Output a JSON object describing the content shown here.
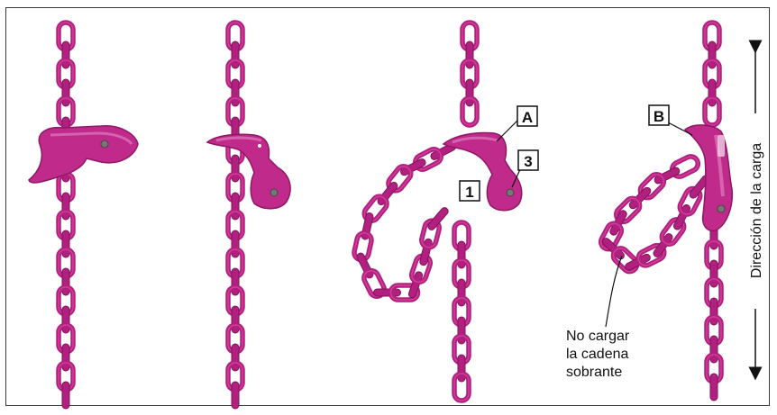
{
  "colors": {
    "chain": "#b2207f",
    "chain_light": "#d9459f",
    "chain_dark": "#7d1459",
    "hook": "#c02a8a",
    "hook_light": "#e07ac0",
    "frame": "#3a3a3a",
    "text": "#111111"
  },
  "labels": {
    "tag_a": "A",
    "tag_b": "B",
    "tag_1": "1",
    "tag_3": "3",
    "overhang_line1": "No cargar",
    "overhang_line2": "la cadena",
    "overhang_line3": "sobrante",
    "load_direction": "Dirección de la carga"
  }
}
